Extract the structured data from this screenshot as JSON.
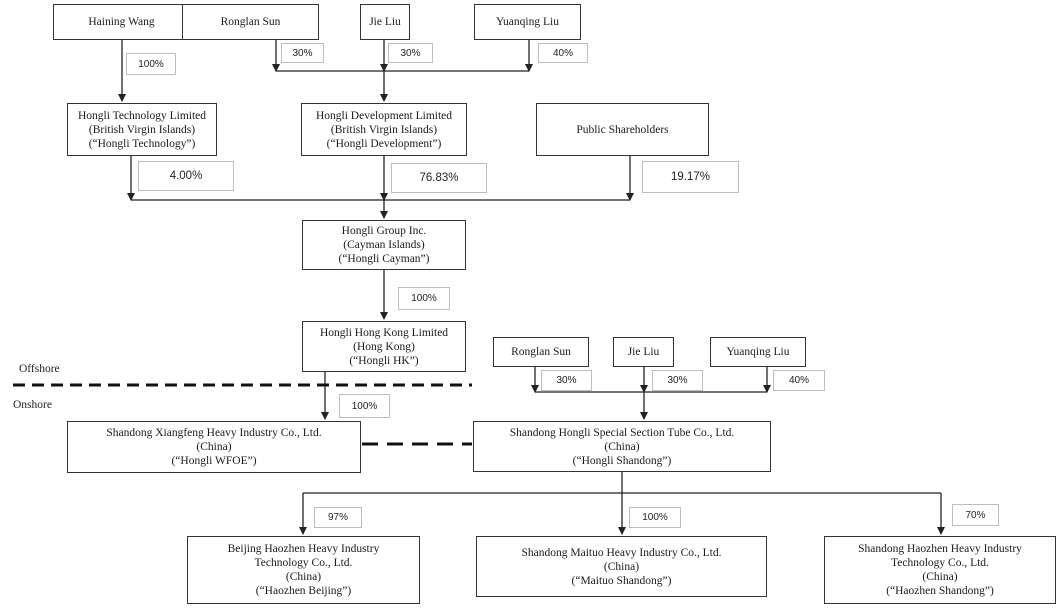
{
  "people_top": {
    "haining": "Haining Wang",
    "ronglan": "Ronglan Sun",
    "jie": "Jie Liu",
    "yuanqing": "Yuanqing Liu"
  },
  "people_mid": {
    "ronglan": "Ronglan Sun",
    "jie": "Jie Liu",
    "yuanqing": "Yuanqing Liu"
  },
  "entities": {
    "hongli_technology": [
      "Hongli Technology Limited",
      "(British Virgin Islands)",
      "(“Hongli Technology”)"
    ],
    "hongli_development": [
      "Hongli Development Limited",
      "(British Virgin Islands)",
      "(“Hongli Development”)"
    ],
    "public_shareholders": [
      "Public Shareholders"
    ],
    "hongli_cayman": [
      "Hongli Group Inc.",
      "(Cayman Islands)",
      "(“Hongli Cayman”)"
    ],
    "hongli_hk": [
      "Hongli Hong Kong Limited",
      "(Hong Kong)",
      "(“Hongli HK”)"
    ],
    "hongli_wfoe": [
      "Shandong Xiangfeng Heavy Industry Co., Ltd.",
      "(China)",
      "(“Hongli WFOE”)"
    ],
    "hongli_shandong": [
      "Shandong Hongli Special Section Tube Co., Ltd.",
      "(China)",
      "(“Hongli Shandong”)"
    ],
    "haozhen_beijing": [
      "Beijing Haozhen Heavy Industry",
      "Technology Co., Ltd.",
      "(China)",
      "(“Haozhen Beijing”)"
    ],
    "maituo_shandong": [
      "Shandong Maituo Heavy Industry Co., Ltd.",
      "(China)",
      "(“Maituo Shandong”)"
    ],
    "haozhen_shandong": [
      "Shandong Haozhen Heavy Industry",
      "Technology Co., Ltd.",
      "(China)",
      "(“Haozhen Shandong”)"
    ]
  },
  "percentages": {
    "haining_to_tech": "100%",
    "ronglan_top": "30%",
    "jie_top": "30%",
    "yuanqing_top": "40%",
    "tech_to_cayman": "4.00%",
    "dev_to_cayman": "76.83%",
    "public_to_cayman": "19.17%",
    "cayman_to_hk": "100%",
    "hk_to_wfoe": "100%",
    "ronglan_mid": "30%",
    "jie_mid": "30%",
    "yuanqing_mid": "40%",
    "to_beijing": "97%",
    "to_maituo": "100%",
    "to_haozhen_shandong": "70%"
  },
  "zones": {
    "offshore": "Offshore",
    "onshore": "Onshore"
  }
}
